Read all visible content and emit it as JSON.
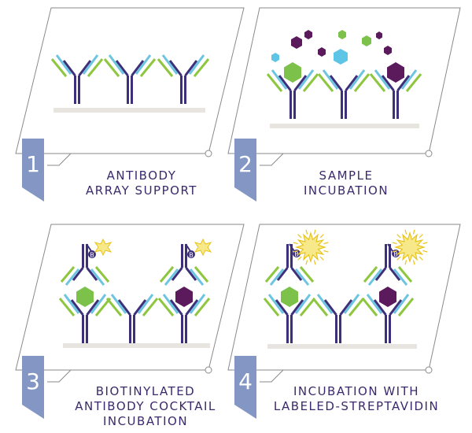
{
  "colors": {
    "frame": "#8a8a8a",
    "tab": "#8496c4",
    "antibody_dark": "#3d2f7a",
    "antibody_blue": "#6cc5e0",
    "antibody_green": "#8ec63f",
    "support": "#e8e4df",
    "protein_green": "#7cc24a",
    "protein_purple": "#5a1a5c",
    "protein_blue": "#5ec5e6",
    "star_fill": "#f7e98a",
    "star_stroke": "#e8c31a",
    "caption": "#3b2a6b"
  },
  "steps": [
    {
      "number": "1",
      "lines": [
        "ANTIBODY",
        "ARRAY SUPPORT"
      ]
    },
    {
      "number": "2",
      "lines": [
        "SAMPLE",
        "INCUBATION"
      ]
    },
    {
      "number": "3",
      "lines": [
        "BIOTINYLATED",
        "ANTIBODY COCKTAIL",
        "INCUBATION"
      ]
    },
    {
      "number": "4",
      "lines": [
        "INCUBATION WITH",
        "LABELED-STREPTAVIDIN"
      ]
    }
  ],
  "biotin_label": "B"
}
